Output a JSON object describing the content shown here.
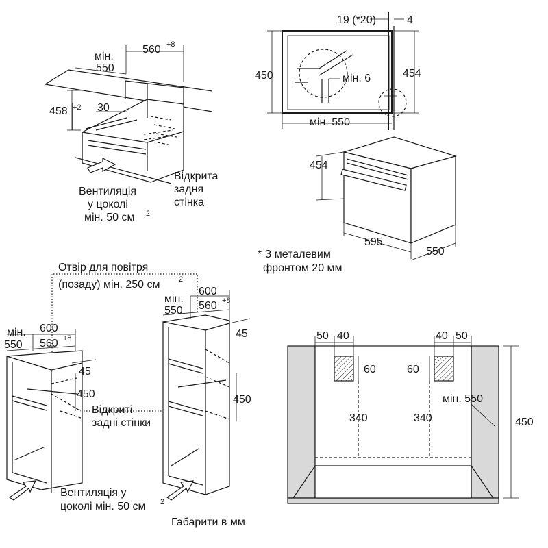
{
  "diagrams": {
    "under_counter": {
      "min_label": "мін.",
      "depth_min": "550",
      "width": "560",
      "width_tol": "+8",
      "height": "458",
      "height_tol": "+2",
      "gap": "30",
      "vent_text": [
        "Вентиляція",
        "у цоколі",
        "мін. 50 см"
      ],
      "vent_sup": "2",
      "back_text": [
        "Відкрита",
        "задня",
        "стінка"
      ]
    },
    "side_section": {
      "top_gap": "19 (*20)",
      "top_right": "4",
      "height_left": "450",
      "height_right": "454",
      "min_thickness": "мін. 6",
      "depth_min": "мін. 550"
    },
    "appliance": {
      "height": "454",
      "width": "595",
      "depth": "550",
      "note": [
        "* З металевим",
        "фронтом 20 мм"
      ]
    },
    "tall_cabinet": {
      "air_text": [
        "Отвір для повітря",
        "(позаду) мін. 250 см"
      ],
      "air_sup": "2",
      "left": {
        "min_label": "мін.",
        "depth_min": "550",
        "width_outer": "600",
        "width": "560",
        "width_tol": "+8",
        "top": "45",
        "height": "450"
      },
      "right": {
        "min_label": "мін.",
        "depth_min": "550",
        "width_outer": "600",
        "width": "560",
        "width_tol": "+8",
        "top": "45",
        "height": "450"
      },
      "back_text": [
        "Відкриті",
        "задні стінки"
      ],
      "vent_text": [
        "Вентиляція у",
        "цоколі мін. 50 см"
      ],
      "vent_sup": "2"
    },
    "front_view": {
      "left_dims": [
        "50",
        "40"
      ],
      "right_dims": [
        "40",
        "50"
      ],
      "vent_h_left": "60",
      "vent_h_right": "60",
      "depth_left": "340",
      "depth_right": "340",
      "min_width": "мін. 550",
      "height": "450"
    }
  },
  "footer": {
    "caption": "Габарити в мм"
  }
}
